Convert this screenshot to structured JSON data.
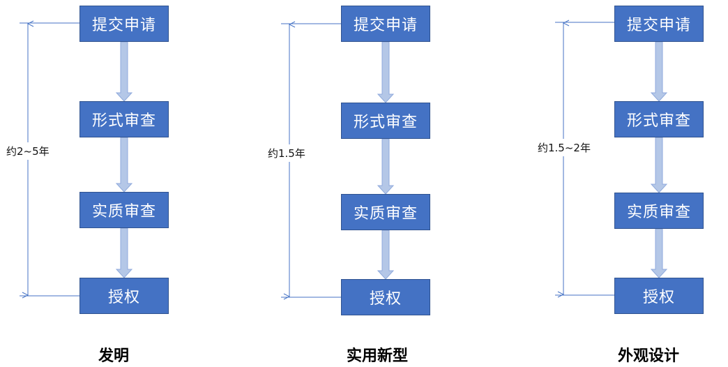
{
  "columns": [
    {
      "caption": "发明",
      "duration": "约2~5年",
      "steps": [
        "提交申请",
        "形式审查",
        "实质审查",
        "授权"
      ]
    },
    {
      "caption": "实用新型",
      "duration": "约1.5年",
      "steps": [
        "提交申请",
        "形式审查",
        "实质审查",
        "授权"
      ]
    },
    {
      "caption": "外观设计",
      "duration": "约1.5~2年",
      "steps": [
        "提交申请",
        "形式审查",
        "实质审查",
        "授权"
      ]
    }
  ],
  "colors": {
    "box_fill": "#4472C4",
    "box_border": "#2F528F",
    "box_text": "#FFFFFF",
    "arrow_fill": "#B4C7E7",
    "arrow_stroke": "#8FAADC",
    "dimension_line": "#4472C4"
  }
}
